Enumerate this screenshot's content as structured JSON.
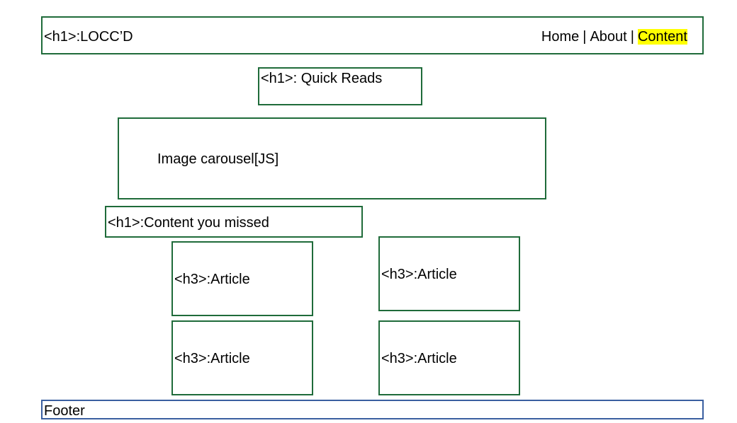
{
  "header": {
    "logo": "<h1>:LOCC’D",
    "nav": [
      {
        "label": "Home"
      },
      {
        "label": "About"
      },
      {
        "label": "Content",
        "active": true
      }
    ],
    "separator": "|",
    "active_highlight_color": "#ffff00"
  },
  "quick_reads": {
    "label": "<h1>: Quick Reads"
  },
  "carousel": {
    "label": "Image carousel[JS]"
  },
  "content_missed": {
    "label": "<h1>:Content you missed"
  },
  "articles": [
    {
      "label": "<h3>:Article"
    },
    {
      "label": "<h3>:Article"
    },
    {
      "label": "<h3>:Article"
    },
    {
      "label": "<h3>:Article"
    }
  ],
  "footer": {
    "label": "Footer"
  },
  "colors": {
    "box_border": "#1f6b3a",
    "footer_border": "#3a5fa0"
  }
}
